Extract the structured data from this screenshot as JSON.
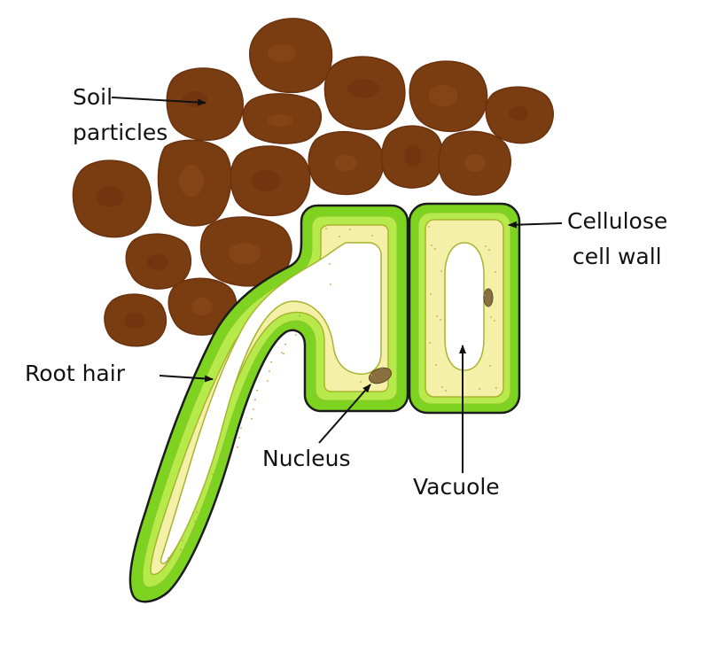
{
  "labels": {
    "soil_line1": "Soil",
    "soil_line2": "particles",
    "cell_wall_line1": "Cellulose",
    "cell_wall_line2": "cell wall",
    "root_hair": "Root hair",
    "nucleus": "Nucleus",
    "vacuole": "Vacuole"
  },
  "colors": {
    "soil": "#7a3d12",
    "soil_light": "#8d4a18",
    "soil_dark": "#6a320e",
    "wall_outer": "#7ed321",
    "wall_inner": "#b6ea4a",
    "cytoplasm": "#f5f0a8",
    "cytoplasm_edge": "#a8b430",
    "vacuole": "#ffffff",
    "nucleus": "#8a7040",
    "outline": "#1b1b1b"
  }
}
